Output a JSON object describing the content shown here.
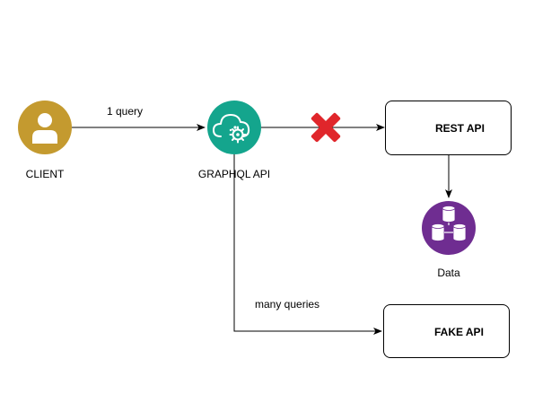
{
  "nodes": {
    "client": {
      "label": "CLIENT",
      "icon": "user-icon",
      "color": "#C49A2F"
    },
    "graphql": {
      "label": "GRAPHQL API",
      "icon": "cloud-gear-icon",
      "color": "#14A58D"
    },
    "rest": {
      "label": "REST API",
      "icon": "gear-icon"
    },
    "data": {
      "label": "Data",
      "icon": "database-icon",
      "color": "#6F2D91"
    },
    "fake": {
      "label": "FAKE API",
      "icon": "gear-icon"
    }
  },
  "edges": {
    "client_to_graphql": {
      "label": "1 query"
    },
    "graphql_to_fake": {
      "label": "many queries"
    },
    "blocked_marker": {
      "icon": "red-x-icon",
      "color": "#E0262B"
    }
  }
}
